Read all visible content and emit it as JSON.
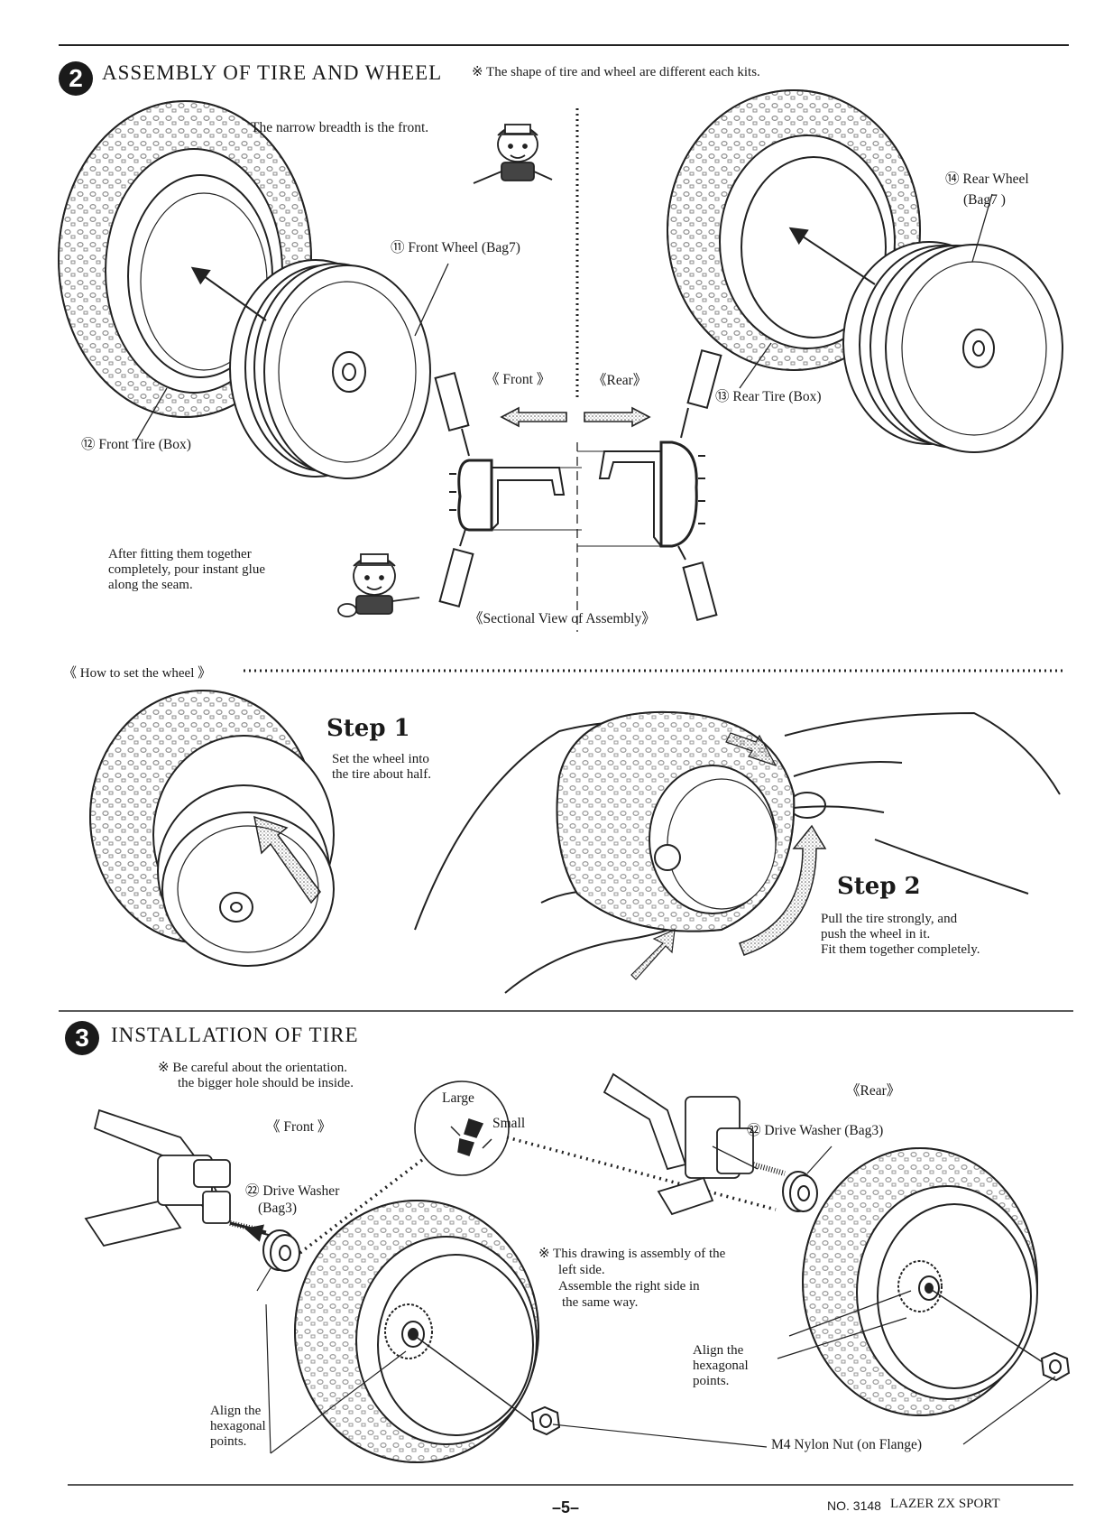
{
  "section2": {
    "number": "2",
    "title": "ASSEMBLY OF TIRE AND WHEEL",
    "note": "※ The shape of tire and wheel are different each kits.",
    "narrow_note": "The narrow breadth is the front.",
    "front_wheel": "⑪ Front Wheel (Bag7)",
    "front_tire": "⑫ Front Tire (Box)",
    "rear_wheel_1": "⑭ Rear Wheel",
    "rear_wheel_2": "(Bag7 )",
    "rear_tire": "⑬ Rear Tire (Box)",
    "front_dir": "《 Front 》",
    "rear_dir": "《Rear》",
    "glue_note_1": "After fitting them together",
    "glue_note_2": "completely, pour instant glue",
    "glue_note_3": "along the seam.",
    "sectional": "《Sectional View of Assembly》"
  },
  "howto": {
    "title": "《 How to set the wheel 》",
    "step1_title": "Step 1",
    "step1_text_1": "Set the wheel into",
    "step1_text_2": "the tire about half.",
    "step2_title": "Step 2",
    "step2_text_1": "Pull the tire strongly, and",
    "step2_text_2": "push the wheel in it.",
    "step2_text_3": "Fit them together completely."
  },
  "section3": {
    "number": "3",
    "title": "INSTALLATION OF TIRE",
    "note_1": "※ Be careful about the orientation.",
    "note_2": "the bigger hole should be inside.",
    "large": "Large",
    "small": "Small",
    "front_dir": "《 Front 》",
    "rear_dir": "《Rear》",
    "drive_washer_front_1": "㉒ Drive Washer",
    "drive_washer_front_2": "(Bag3)",
    "drive_washer_rear": "㉒ Drive Washer (Bag3)",
    "left_side_1": "※ This drawing is assembly of the",
    "left_side_2": "left side.",
    "left_side_3": "Assemble the right side in",
    "left_side_4": "the same way.",
    "align_left_1": "Align the",
    "align_left_2": "hexagonal",
    "align_left_3": "points.",
    "align_right_1": "Align the",
    "align_right_2": "hexagonal",
    "align_right_3": "points.",
    "nylon_nut": "M4 Nylon Nut (on Flange)"
  },
  "footer": {
    "page": "–5–",
    "model_no": "NO. 3148",
    "model_name": "LAZER ZX SPORT"
  }
}
